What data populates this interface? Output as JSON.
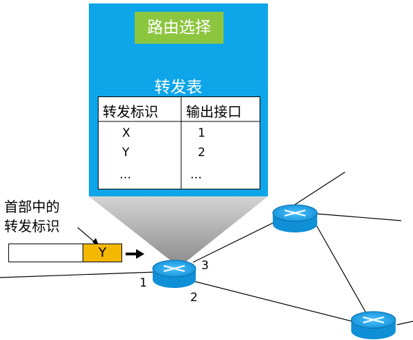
{
  "route_selection": "路由选择",
  "forwarding_table": {
    "title": "转发表",
    "headers": [
      "转发标识",
      "输出接口"
    ],
    "rows": [
      [
        "X",
        "1"
      ],
      [
        "Y",
        "2"
      ],
      [
        "…",
        "…"
      ]
    ]
  },
  "packet": {
    "label_lines": [
      "首部中的",
      "转发标识"
    ],
    "tag": "Y"
  },
  "router_ports": [
    "1",
    "2",
    "3"
  ],
  "colors": {
    "panel_blue": "#0ea5e9",
    "route_green": "#8cc63f",
    "tag_orange": "#f5b800",
    "router_blue": "#0f8fd6"
  },
  "icons": [
    "router-icon"
  ]
}
